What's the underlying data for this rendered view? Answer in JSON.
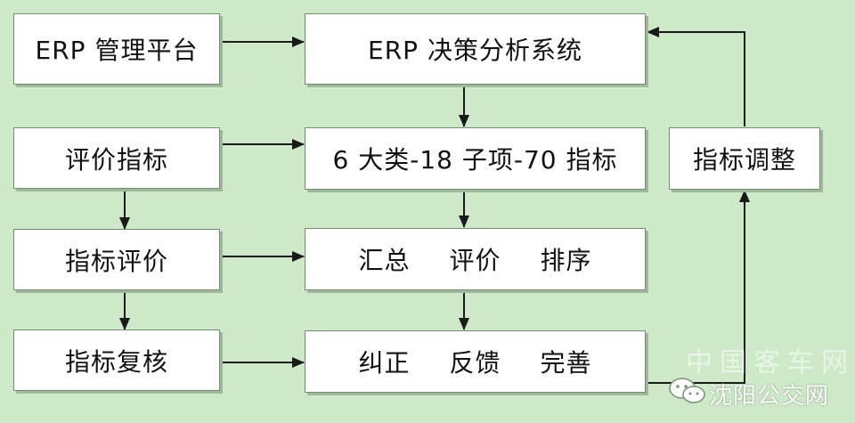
{
  "diagram": {
    "left_column": {
      "erp_platform": "ERP 管理平台",
      "evaluation_indicators": "评价指标",
      "indicator_evaluation": "指标评价",
      "indicator_review": "指标复核"
    },
    "center_column": {
      "erp_decision_system": "ERP 决策分析系统",
      "categories_summary": "6 大类-18 子项-70 指标",
      "row3": [
        "汇总",
        "评价",
        "排序"
      ],
      "row4": [
        "纠正",
        "反馈",
        "完善"
      ]
    },
    "right_column": {
      "indicator_adjustment": "指标调整"
    },
    "colors": {
      "background": "#cde9c8",
      "box_fill": "#ffffff",
      "box_border": "#6f8f6f",
      "arrow": "#1a1a1a"
    }
  },
  "watermark": {
    "source_text": "沈阳公交网",
    "faint_text": "中国客车网",
    "icon": "wechat-icon"
  }
}
